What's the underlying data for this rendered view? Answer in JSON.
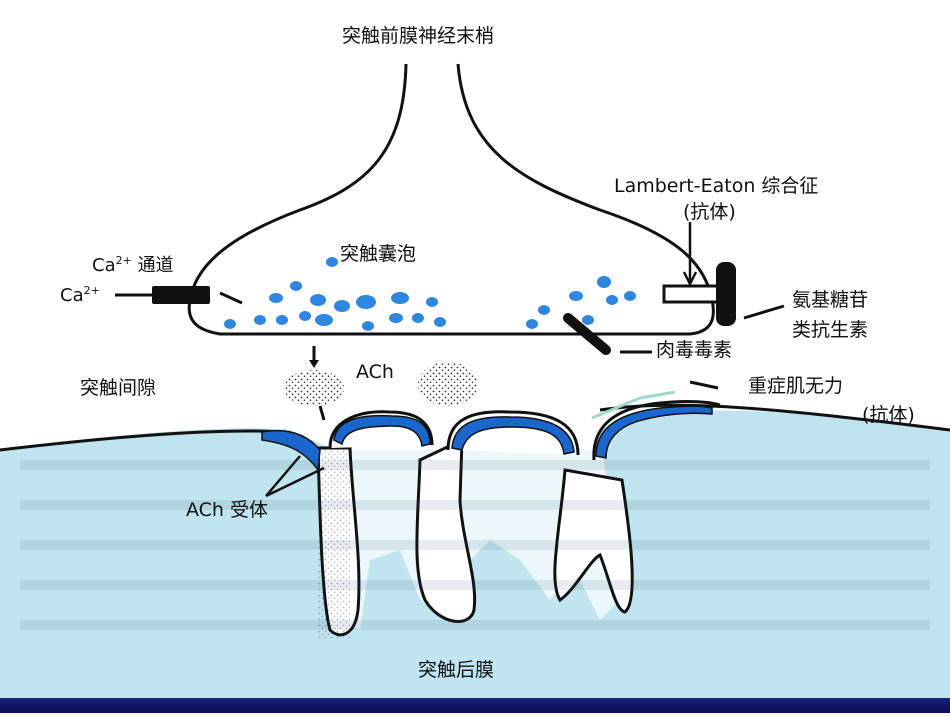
{
  "labels": {
    "presynaptic_terminal": "突触前膜神经末梢",
    "lambert_eaton": "Lambert-Eaton 综合征",
    "lambert_eaton_antibody": "(抗体)",
    "ca_channel": "通道",
    "ca_base": "Ca",
    "ca_sup": "2+",
    "vesicles": "突触囊泡",
    "aminoglycoside_line1": "氨基糖苷",
    "aminoglycoside_line2": "类抗生素",
    "botulinum": "肉毒毒素",
    "synaptic_cleft": "突触间隙",
    "ach": "ACh",
    "myasthenia": "重症肌无力",
    "myasthenia_antibody": "(抗体)",
    "ach_receptor": "ACh 受体",
    "postsynaptic_membrane": "突触后膜"
  },
  "colors": {
    "vesicle": "#2e86de",
    "receptor": "#1a66cc",
    "muscle_fill": "#bfe3ef",
    "outline": "#111111",
    "bottom_bar": "#0f1466"
  }
}
